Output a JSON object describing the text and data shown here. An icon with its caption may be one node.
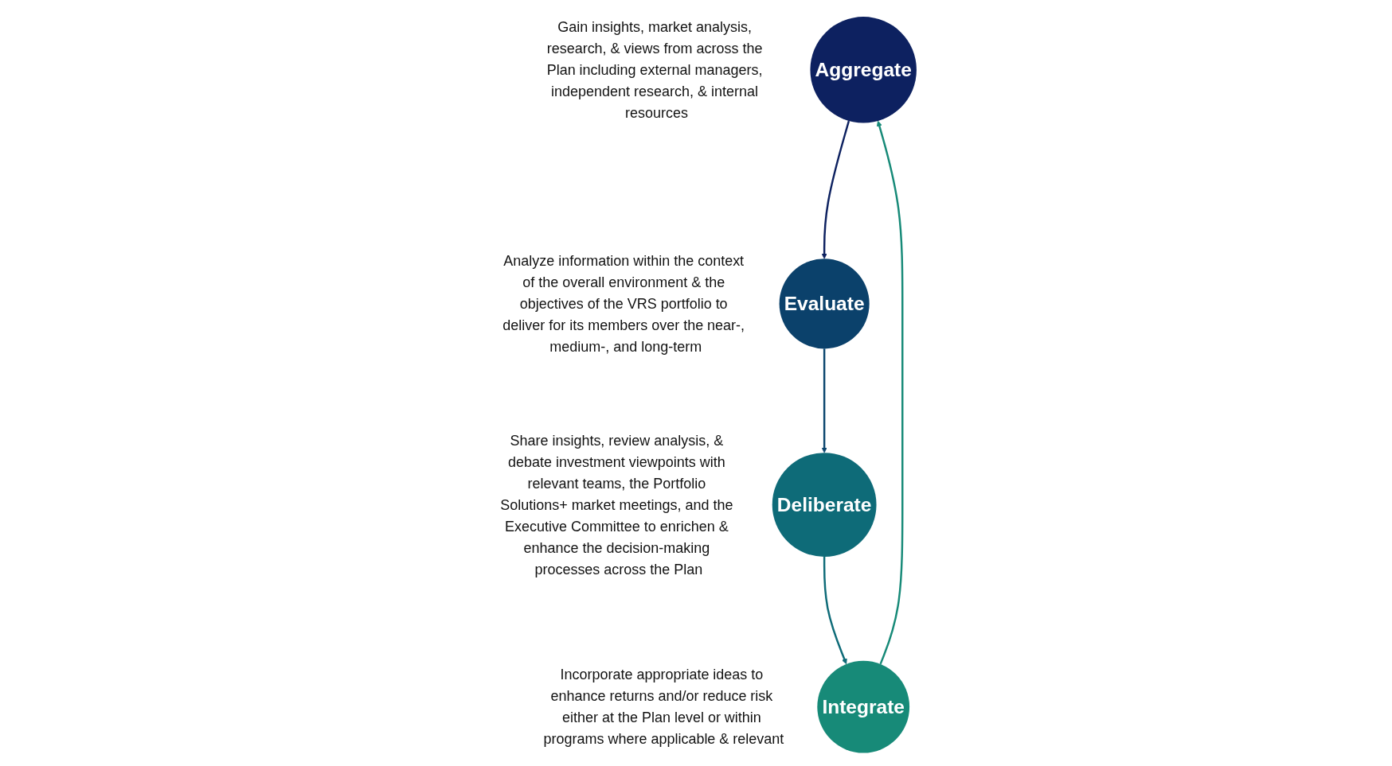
{
  "diagram": {
    "nodes": [
      {
        "text": [
          "Aggregate"
        ],
        "beside": [
          "Gain insights, market analysis, research, & views from across the Plan including external managers, independent research, & internal resources"
        ]
      },
      {
        "text": [
          "Evaluate"
        ],
        "beside": [
          "Analyze information within the context of the overall environment & the objectives of the VRS portfolio to deliver for its members over the near-, medium-, and long-term"
        ]
      },
      {
        "text": [
          "Deliberate"
        ],
        "beside": [
          "Share insights, review analysis, & debate investment viewpoints with relevant teams, the Portfolio Solutions+ market meetings, and the Executive Committee to enrichen & enhance the decision-making processes across the Plan"
        ]
      },
      {
        "text": [
          "Integrate"
        ],
        "beside": [
          "Incorporate appropriate ideas to enhance returns and/or reduce risk either at the Plan level or within programs where applicable & relevant"
        ]
      }
    ],
    "edges": [
      {
        "from": 0,
        "to": 1,
        "arrow": "to",
        "color": "#0d2160"
      },
      {
        "from": 1,
        "to": 2,
        "arrow": "to",
        "color": "#0b456e"
      },
      {
        "from": 2,
        "to": 3,
        "arrow": "to",
        "color": "#0e6b78"
      },
      {
        "from": 3,
        "to": 0,
        "arrow": "to",
        "color": "#178a78"
      }
    ]
  }
}
